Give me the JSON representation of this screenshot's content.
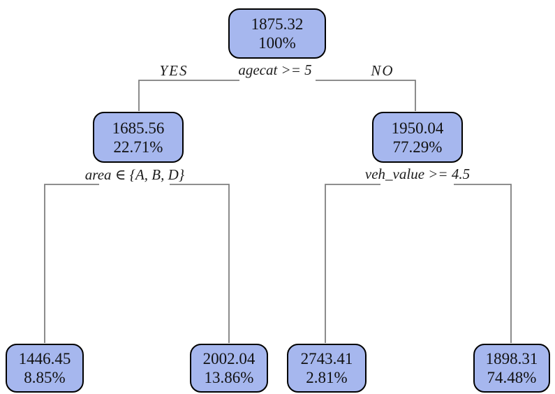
{
  "figure": {
    "type": "decision-tree",
    "background": "#ffffff",
    "node_fill": "#a6b7ee",
    "node_border": "#000000",
    "edge_color": "#7f7f7f",
    "text_color": "#111111"
  },
  "splits": {
    "root": {
      "condition": "agecat >= 5",
      "yes": "YES",
      "no": "NO"
    },
    "yes_child": {
      "condition": "area ∈ {A, B, D}"
    },
    "no_child": {
      "condition": "veh_value >= 4.5"
    }
  },
  "nodes": {
    "root": {
      "value": "1875.32",
      "percent": "100%"
    },
    "yes_child": {
      "value": "1685.56",
      "percent": "22.71%"
    },
    "no_child": {
      "value": "1950.04",
      "percent": "77.29%"
    },
    "leaf1": {
      "value": "1446.45",
      "percent": "8.85%"
    },
    "leaf2": {
      "value": "2002.04",
      "percent": "13.86%"
    },
    "leaf3": {
      "value": "2743.41",
      "percent": "2.81%"
    },
    "leaf4": {
      "value": "1898.31",
      "percent": "74.48%"
    }
  }
}
